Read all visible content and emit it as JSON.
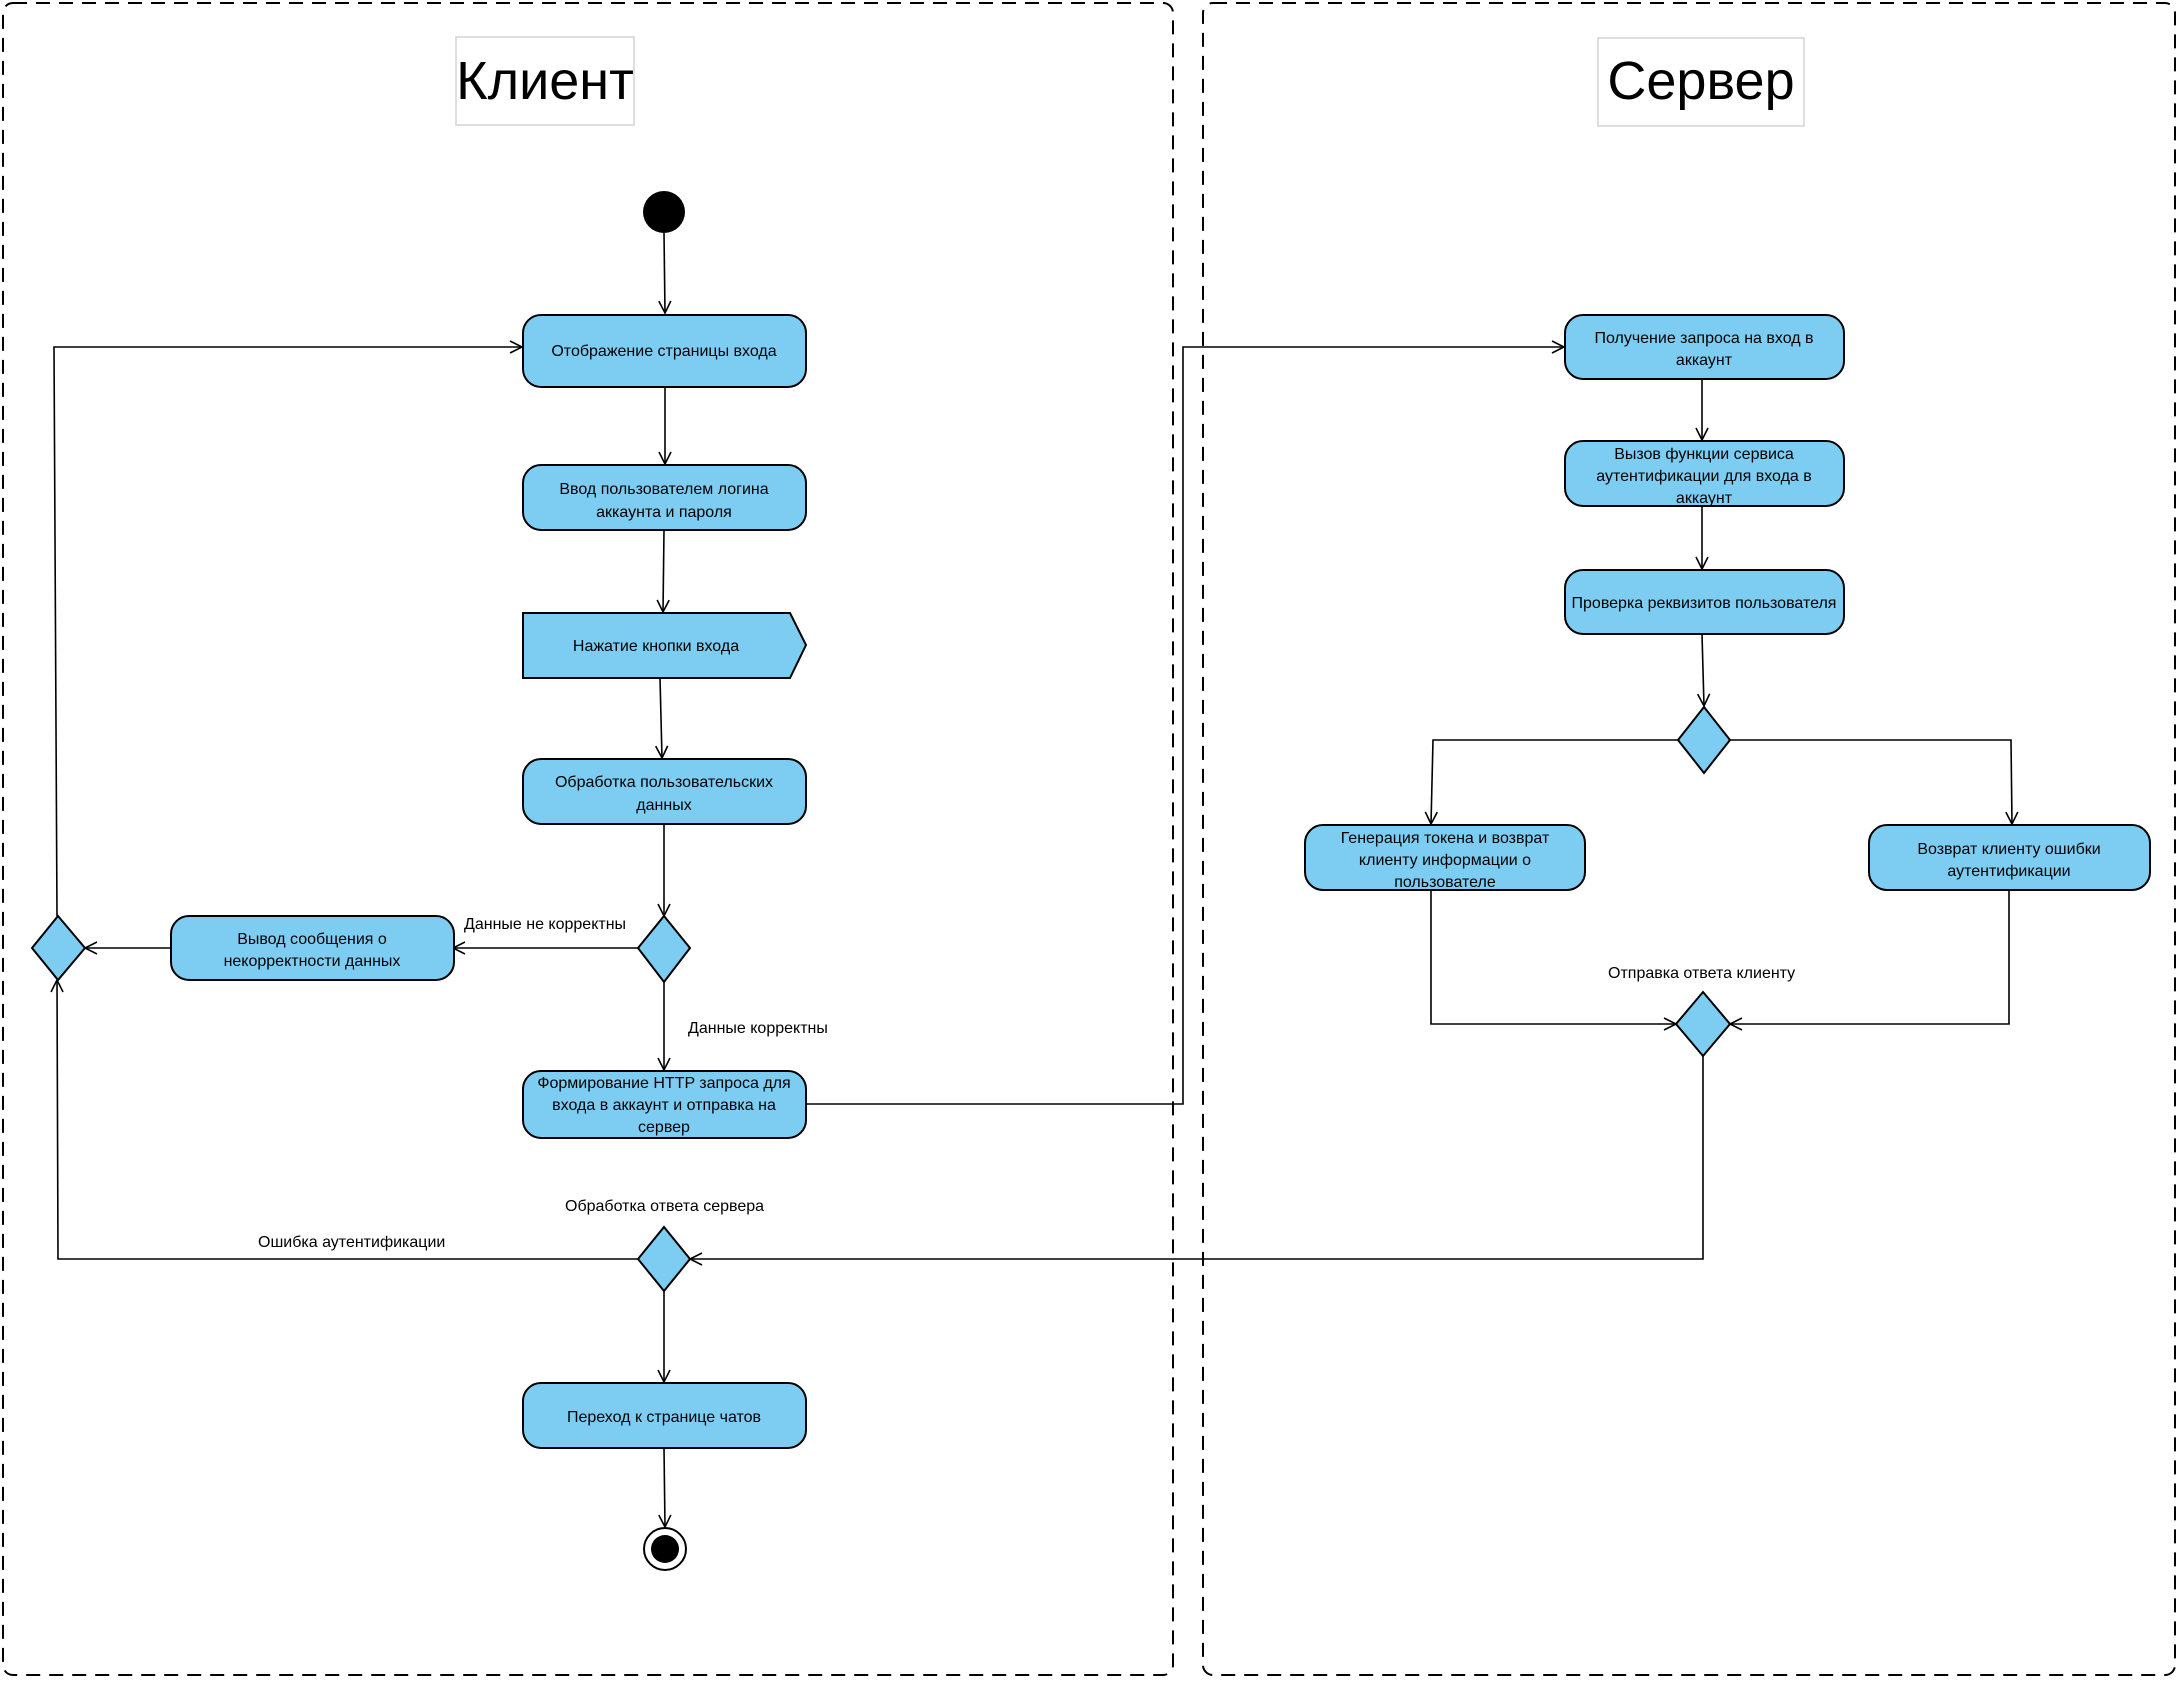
{
  "lanes": {
    "client": "Клиент",
    "server": "Сервер"
  },
  "nodes": {
    "show_login": "Отображение страницы входа",
    "enter_credentials": [
      "Ввод пользователем логина",
      "аккаунта и пароля"
    ],
    "press_login": "Нажатие кнопки входа",
    "process_data": [
      "Обработка пользовательских",
      "данных"
    ],
    "invalid_message": [
      "Вывод сообщения о",
      "некорректности данных"
    ],
    "form_request": [
      "Формирование HTTP запроса для",
      "входа в аккаунт и отправка на",
      "сервер"
    ],
    "go_chats": "Переход к странице чатов",
    "receive_request": [
      "Получение запроса на вход в",
      "аккаунт"
    ],
    "call_auth": [
      "Вызов функции сервиса",
      "аутентификации для входа в",
      "аккаунт"
    ],
    "check_credentials": "Проверка реквизитов пользователя",
    "generate_token": [
      "Генерация токена и возврат",
      "клиенту информации о",
      "пользователе"
    ],
    "return_error": [
      "Возврат клиенту ошибки",
      "аутентификации"
    ]
  },
  "labels": {
    "data_invalid": "Данные не корректны",
    "data_valid": "Данные корректны",
    "process_response": "Обработка ответа сервера",
    "auth_error": "Ошибка аутентификации",
    "send_response": "Отправка ответа клиенту"
  }
}
